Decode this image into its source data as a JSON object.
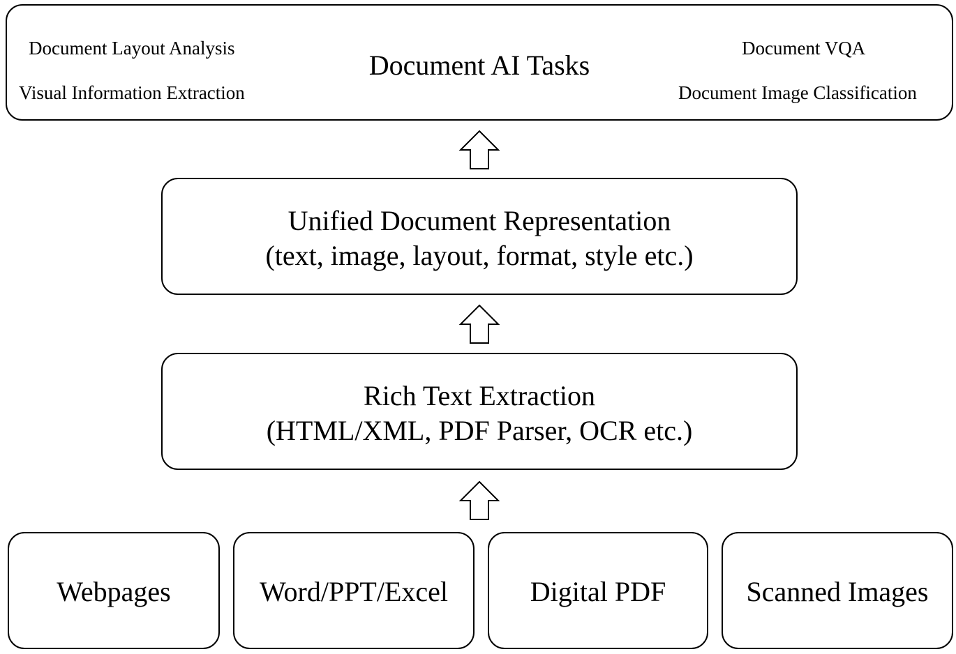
{
  "tasks": {
    "title": "Document AI Tasks",
    "left": [
      "Document Layout Analysis",
      "Visual Information Extraction"
    ],
    "right": [
      "Document VQA",
      "Document Image Classification"
    ]
  },
  "representation": {
    "line1": "Unified Document Representation",
    "line2": "(text, image, layout, format, style etc.)"
  },
  "extraction": {
    "line1": "Rich Text Extraction",
    "line2": "(HTML/XML, PDF Parser, OCR etc.)"
  },
  "sources": [
    "Webpages",
    "Word/PPT/Excel",
    "Digital PDF",
    "Scanned Images"
  ],
  "icons": [
    "up-arrow-icon"
  ]
}
